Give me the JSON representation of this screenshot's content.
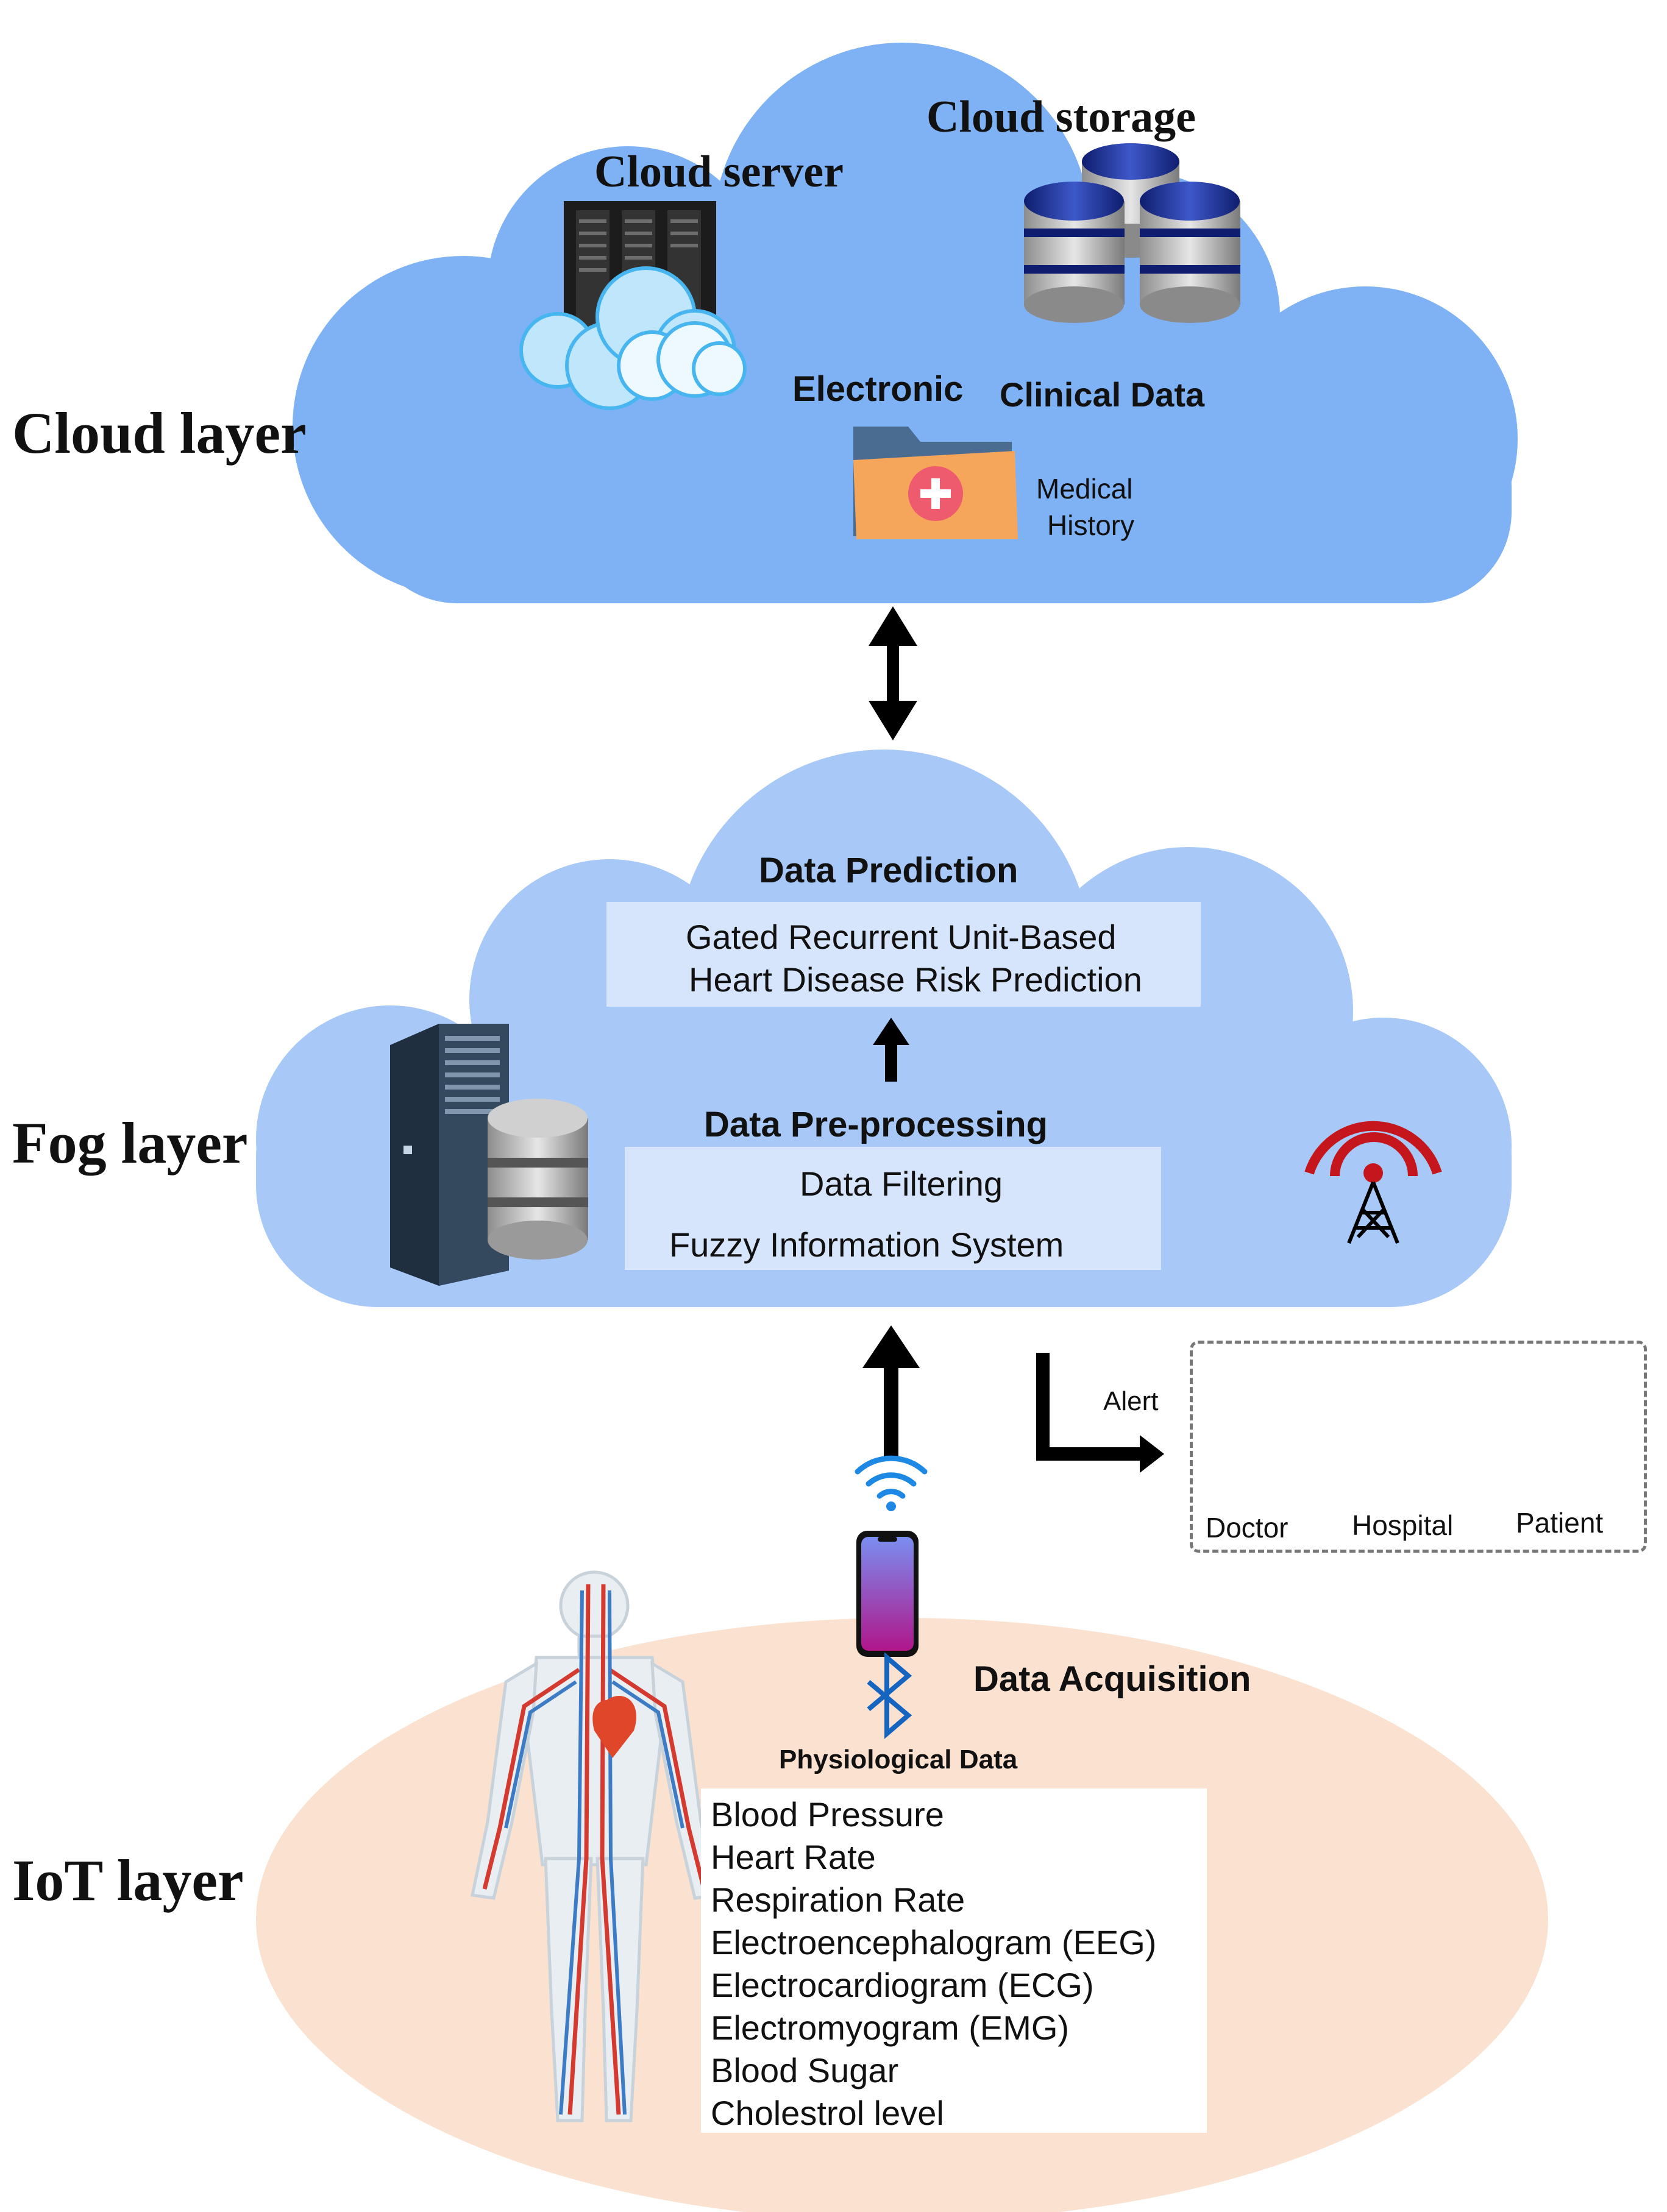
{
  "layers": {
    "cloud": "Cloud layer",
    "fog": "Fog layer",
    "iot": "IoT layer"
  },
  "cloud": {
    "server_label": "Cloud server",
    "storage_label": "Cloud storage",
    "electronic_label": "Electronic",
    "clinical_label": "Clinical Data",
    "medical_line1": "Medical",
    "medical_line2": "History"
  },
  "fog": {
    "prediction_title": "Data Prediction",
    "prediction_line1": "Gated Recurrent Unit-Based",
    "prediction_line2": "Heart Disease Risk Prediction",
    "preprocessing_title": "Data Pre-processing",
    "preprocessing_line1": "Data Filtering",
    "preprocessing_line2": "Fuzzy Information System"
  },
  "alert": {
    "label": "Alert",
    "recipients": [
      "Doctor",
      "Hospital",
      "Patient"
    ]
  },
  "iot": {
    "acquisition_title": "Data Acquisition",
    "physiological_title": "Physiological Data",
    "items": [
      "Blood Pressure",
      "Heart Rate",
      "Respiration Rate",
      "Electroencephalogram (EEG)",
      "Electrocardiogram (ECG)",
      "Electromyogram (EMG)",
      "Blood Sugar",
      "Cholestrol level"
    ]
  },
  "colors": {
    "cloud_fill": "#7fb2f5",
    "fog_fill": "#a8c9f7",
    "iot_fill": "#fbe1d0",
    "text_box": "#d6e5fb",
    "signal_red": "#c4161c",
    "wifi_blue": "#1e88e5"
  }
}
